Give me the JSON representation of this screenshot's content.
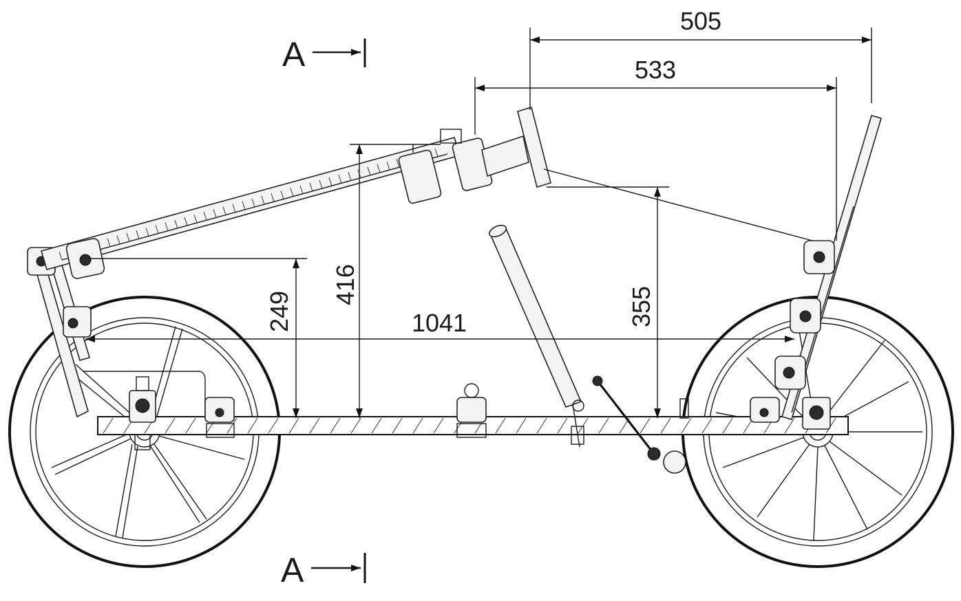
{
  "section_markers": {
    "top": "A",
    "bottom": "A"
  },
  "dimensions": {
    "d505": "505",
    "d533": "533",
    "d416": "416",
    "d249": "249",
    "d1041": "1041",
    "d355": "355"
  }
}
